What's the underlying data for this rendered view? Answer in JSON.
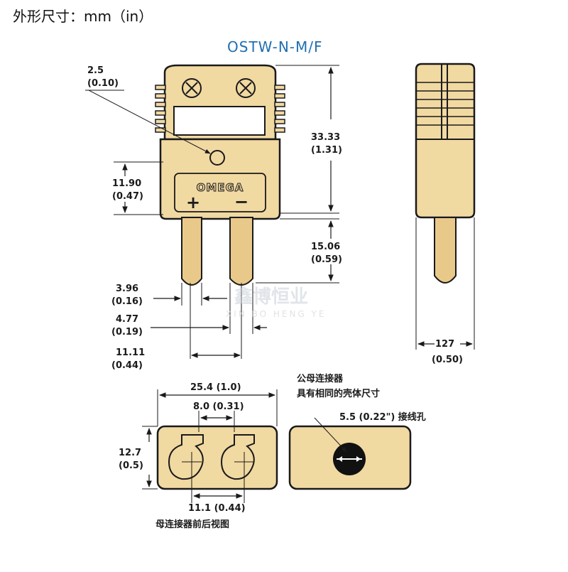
{
  "header": {
    "title": "外形尺寸：mm（in）",
    "model": "OSTW-N-M/F"
  },
  "front_view": {
    "logo": "OMEGA",
    "plus": "+",
    "minus": "−",
    "dims": {
      "hole_mm": "2.5",
      "hole_in": "(0.10)",
      "height_mm": "33.33",
      "height_in": "(1.31)",
      "logo_mm": "11.90",
      "logo_in": "(0.47)",
      "pin_len_mm": "15.06",
      "pin_len_in": "(0.59)",
      "pin_w1_mm": "3.96",
      "pin_w1_in": "(0.16)",
      "pin_w2_mm": "4.77",
      "pin_w2_in": "(0.19)",
      "pin_pitch_mm": "11.11",
      "pin_pitch_in": "(0.44)"
    }
  },
  "side_view": {
    "width_mm": "127",
    "width_in": "(0.50)"
  },
  "bottom_views": {
    "note_line1": "公母连接器",
    "note_line2": "具有相同的壳体尺寸",
    "width_label": "25.4 (1.0)",
    "inner_label": "8.0 (0.31)",
    "height_mm": "12.7",
    "height_in": "(0.5)",
    "spacing_label": "11.1 (0.44)",
    "hole_label": "5.5 (0.22\") 接线孔",
    "caption": "母连接器前后视图"
  },
  "watermark": {
    "cn": "鑫博恒业",
    "en": "XIN BO HENG YE"
  }
}
